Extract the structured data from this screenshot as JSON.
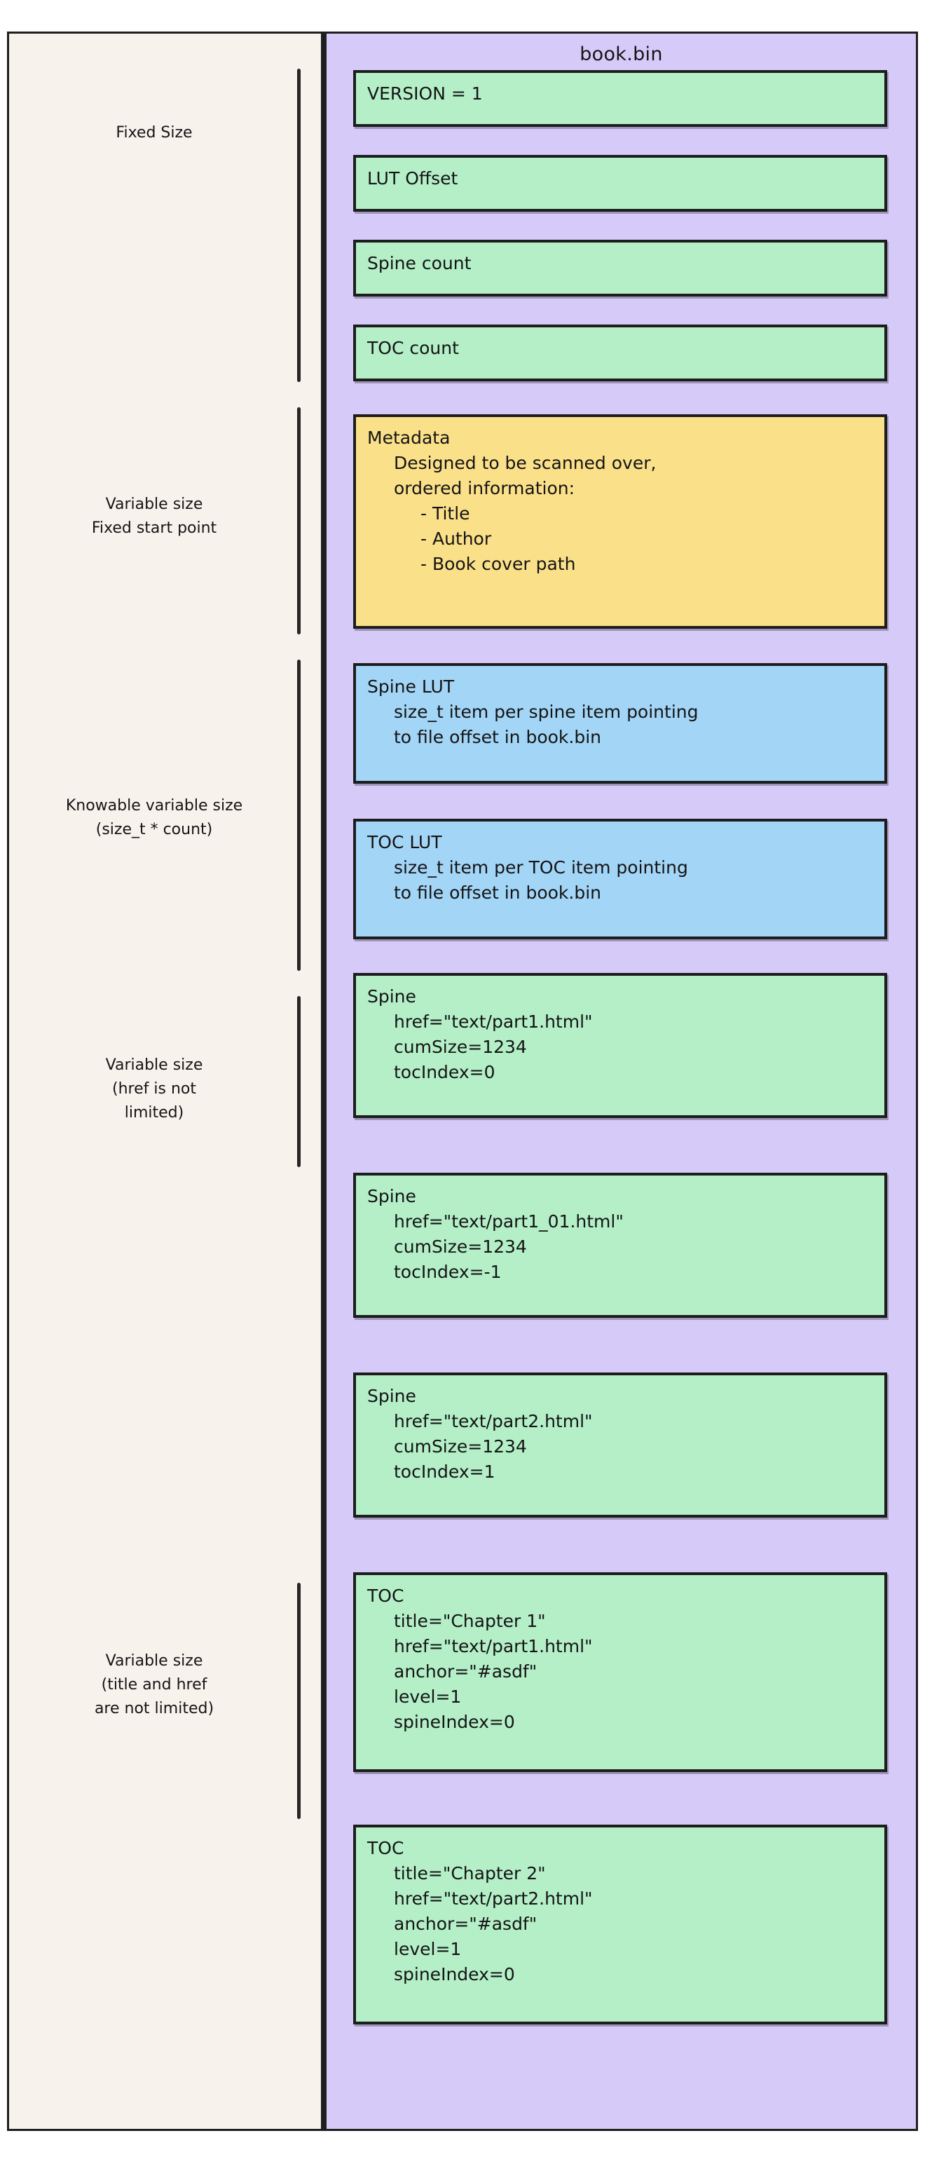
{
  "file": {
    "title": "book.bin"
  },
  "colors": {
    "page_background": "#ffffff",
    "left_panel": "#f8f2ed",
    "right_panel": "#d6caf9",
    "green_block": "#b4efc8",
    "yellow_block": "#fbe08a",
    "blue_block": "#a3d5f7",
    "stroke": "#1d1d1d"
  },
  "groups": [
    {
      "id": "fixed-size",
      "lines": [
        "Fixed Size"
      ]
    },
    {
      "id": "variable-fixed-start",
      "lines": [
        "Variable size",
        "Fixed start point"
      ]
    },
    {
      "id": "knowable-variable",
      "lines": [
        "Knowable variable size",
        "(size_t * count)"
      ]
    },
    {
      "id": "variable-href",
      "lines": [
        "Variable size",
        "(href is not",
        "limited)"
      ]
    },
    {
      "id": "variable-title-href",
      "lines": [
        "Variable size",
        "(title and href",
        "are not limited)"
      ]
    }
  ],
  "blocks": {
    "version": {
      "header": "VERSION = 1"
    },
    "lut_offset": {
      "header": "LUT Offset"
    },
    "spine_count": {
      "header": "Spine count"
    },
    "toc_count": {
      "header": "TOC count"
    },
    "metadata": {
      "header": "Metadata",
      "body": [
        "Designed to be scanned over,",
        "ordered information:"
      ],
      "bullets": [
        "- Title",
        "- Author",
        "- Book cover path"
      ]
    },
    "spine_lut": {
      "header": "Spine LUT",
      "body": [
        "size_t item per spine item pointing",
        "to file offset in book.bin"
      ]
    },
    "toc_lut": {
      "header": "TOC LUT",
      "body": [
        "size_t item per TOC item pointing",
        "to file offset in book.bin"
      ]
    },
    "spine_1": {
      "header": "Spine",
      "fields": [
        "href=\"text/part1.html\"",
        "cumSize=1234",
        "tocIndex=0"
      ]
    },
    "spine_2": {
      "header": "Spine",
      "fields": [
        "href=\"text/part1_01.html\"",
        "cumSize=1234",
        "tocIndex=-1"
      ]
    },
    "spine_3": {
      "header": "Spine",
      "fields": [
        "href=\"text/part2.html\"",
        "cumSize=1234",
        "tocIndex=1"
      ]
    },
    "toc_1": {
      "header": "TOC",
      "fields": [
        "title=\"Chapter 1\"",
        "href=\"text/part1.html\"",
        "anchor=\"#asdf\"",
        "level=1",
        "spineIndex=0"
      ]
    },
    "toc_2": {
      "header": "TOC",
      "fields": [
        "title=\"Chapter 2\"",
        "href=\"text/part2.html\"",
        "anchor=\"#asdf\"",
        "level=1",
        "spineIndex=0"
      ]
    }
  }
}
